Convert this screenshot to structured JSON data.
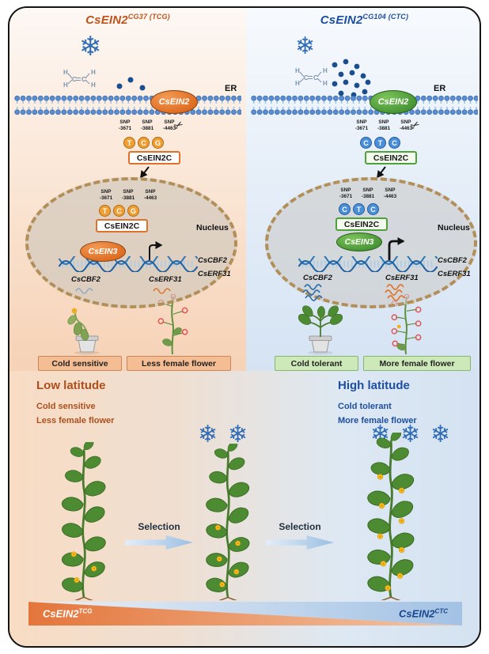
{
  "icons": {
    "snowflake": "❄",
    "scissors": "✂"
  },
  "molecule": {
    "atoms": [
      "H",
      "H",
      "C",
      "C",
      "H",
      "H"
    ]
  },
  "left": {
    "title": {
      "gene": "CsEIN2",
      "sup": "CG37 (TCG)"
    },
    "er_label": "ER",
    "ein2_label": "CsEIN2",
    "snp": {
      "label": "SNP",
      "positions": [
        "-3671",
        "-3881",
        "-4463"
      ]
    },
    "codon": [
      "T",
      "C",
      "G"
    ],
    "ein2c_label": "CsEIN2C",
    "nucleus_label": "Nucleus",
    "ein3_label": "CsEIN3",
    "gene_labels": [
      "CsCBF2",
      "CsERF31"
    ],
    "transcript_labels": [
      "CsCBF2",
      "CsERF31"
    ],
    "phenotype_labels": [
      "Cold sensitive",
      "Less female flower"
    ]
  },
  "right": {
    "title": {
      "gene": "CsEIN2",
      "sup": "CG104 (CTC)"
    },
    "er_label": "ER",
    "ein2_label": "CsEIN2",
    "snp": {
      "label": "SNP",
      "positions": [
        "-3671",
        "-3881",
        "-4463"
      ]
    },
    "codon": [
      "C",
      "T",
      "C"
    ],
    "ein2c_label": "CsEIN2C",
    "nucleus_label": "Nucleus",
    "ein3_label": "CsEIN3",
    "gene_labels": [
      "CsCBF2",
      "CsERF31"
    ],
    "transcript_labels": [
      "CsCBF2",
      "CsERF31"
    ],
    "phenotype_labels": [
      "Cold tolerant",
      "More female flower"
    ]
  },
  "bottom": {
    "low": {
      "title": "Low latitude",
      "lines": [
        "Cold sensitive",
        "Less female flower"
      ]
    },
    "high": {
      "title": "High latitude",
      "lines": [
        "Cold tolerant",
        "More female flower"
      ]
    },
    "selection_label": "Selection",
    "wedge": {
      "left_gene": "CsEIN2",
      "left_sup": "TCG",
      "right_gene": "CsEIN2",
      "right_sup": "CTC"
    }
  },
  "colors": {
    "left_accent": "#C0531A",
    "right_accent": "#1D4F9E",
    "orange_protein": "#E0702A",
    "green_protein": "#4FA13A",
    "membrane_blue": "#5B8FD4",
    "dna_blue": "#2C74B3",
    "snowflake_blue": "#2F6CB5",
    "ethylene_dot": "#1A4E8F"
  }
}
